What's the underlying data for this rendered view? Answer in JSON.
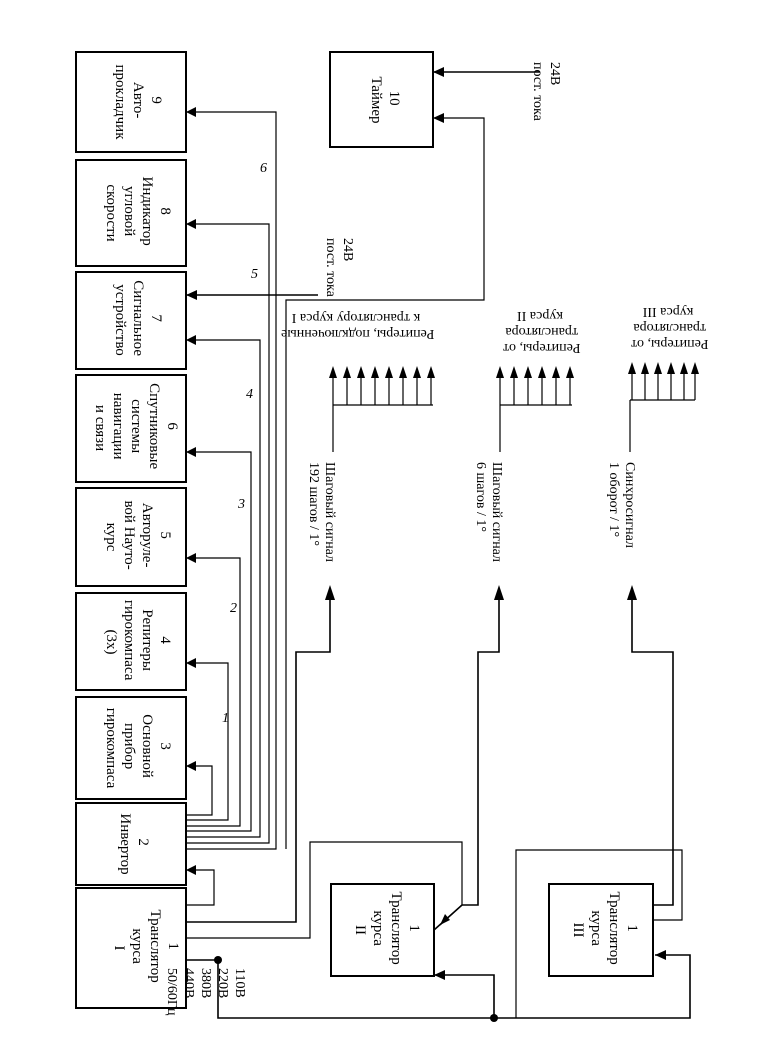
{
  "blocks": [
    {
      "id": "1",
      "lines": [
        "1",
        "Транслятор",
        "курса",
        "I"
      ]
    },
    {
      "id": "2",
      "lines": [
        "2",
        "Инвертор"
      ]
    },
    {
      "id": "3",
      "lines": [
        "3",
        "Основной",
        "прибор",
        "гирокомпаса"
      ]
    },
    {
      "id": "4",
      "lines": [
        "4",
        "Репитеры",
        "гирокомпаса",
        "(3х)"
      ]
    },
    {
      "id": "5",
      "lines": [
        "5",
        "Авторуле-",
        "вой Науто-",
        "курс"
      ]
    },
    {
      "id": "6",
      "lines": [
        "6",
        "Спутниковые",
        "системы",
        "навигации",
        "и связи"
      ]
    },
    {
      "id": "7",
      "lines": [
        "7",
        "Сигнальное",
        "устройство"
      ]
    },
    {
      "id": "8",
      "lines": [
        "8",
        "Индикатор",
        "угловой",
        "скорости"
      ]
    },
    {
      "id": "9",
      "lines": [
        "9",
        "Авто-",
        "прокладчик"
      ]
    },
    {
      "id": "10",
      "lines": [
        "10",
        "Таймер"
      ]
    },
    {
      "id": "t2",
      "lines": [
        "1",
        "Транслятор",
        "курса",
        "II"
      ]
    },
    {
      "id": "t3",
      "lines": [
        "1",
        "Транслятор",
        "курса",
        "III"
      ]
    }
  ],
  "power": [
    "110В",
    "220В",
    "380В",
    "440В",
    "50/60Гц"
  ],
  "supply_timer": [
    "24В",
    "пост. тока"
  ],
  "supply_alarm": [
    "24В",
    "пост. тока"
  ],
  "signals": {
    "s1": [
      "Шаговый сигнал",
      "192 шагов / 1°"
    ],
    "s2": [
      "Шаговый сигнал",
      "6 шагов / 1°"
    ],
    "s3": [
      "Синхросигнал",
      "1 оборот / 1°"
    ]
  },
  "repeaters": {
    "r1": [
      "Репитеры, подключенные",
      "к транслятору курса I"
    ],
    "r2": [
      "Репитеры, от",
      "транслятора",
      "курса II"
    ],
    "r3": [
      "Репитеры, от",
      "транслятора",
      "курса III"
    ]
  },
  "wire_numbers": [
    "1",
    "2",
    "3",
    "4",
    "5",
    "6"
  ]
}
